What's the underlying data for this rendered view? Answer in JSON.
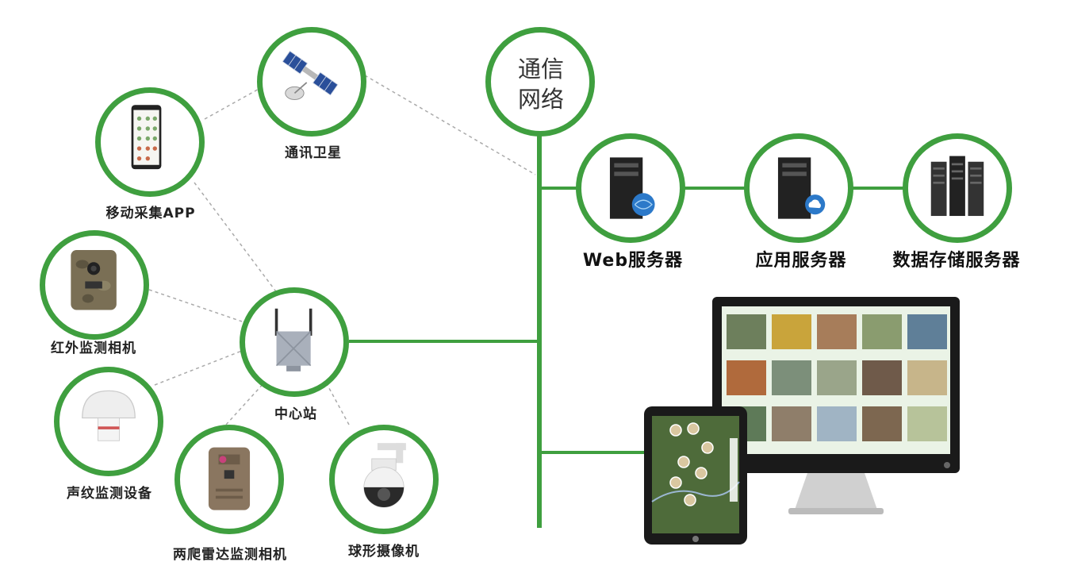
{
  "network": {
    "line1": "通信",
    "line2": "网络"
  },
  "nodes": {
    "satellite": "通讯卫星",
    "mobile_app": "移动采集APP",
    "infrared_camera": "红外监测相机",
    "hub": "中心站",
    "acoustic_device": "声纹监测设备",
    "radar_camera": "两爬雷达监测相机",
    "dome_camera": "球形摄像机"
  },
  "servers": {
    "web": "Web服务器",
    "app": "应用服务器",
    "storage": "数据存储服务器"
  },
  "colors": {
    "accent": "#3f9f3f",
    "dashed": "#aaaaaa"
  }
}
